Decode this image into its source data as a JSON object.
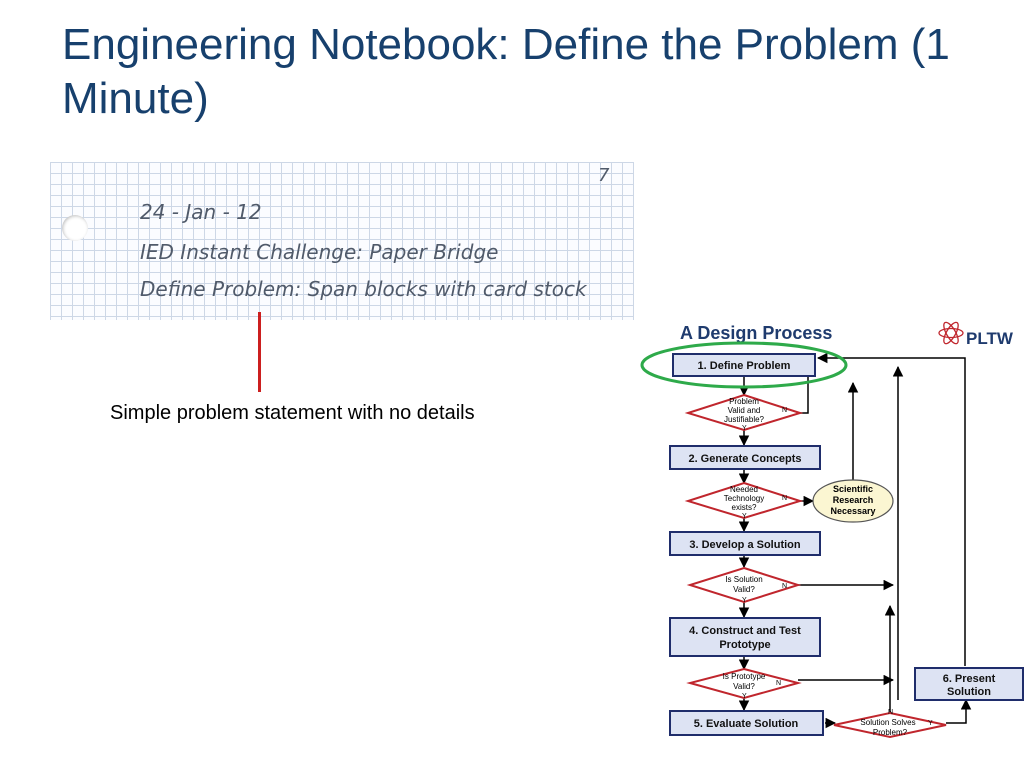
{
  "slide": {
    "title": "Engineering Notebook: Define the Problem (1 Minute)"
  },
  "notebook": {
    "page_number": "7",
    "date": "24 - Jan - 12",
    "challenge": "IED Instant Challenge: Paper Bridge",
    "define": "Define Problem:  Span blocks with card stock"
  },
  "caption": "Simple problem statement with no details",
  "diagram": {
    "title": "A Design Process",
    "logo": "PLTW",
    "steps": {
      "define": "1. Define Problem",
      "generate": "2. Generate Concepts",
      "develop": "3. Develop a Solution",
      "construct_1": "4. Construct and Test",
      "construct_2": "Prototype",
      "evaluate": "5. Evaluate Solution",
      "present_1": "6. Present",
      "present_2": "Solution"
    },
    "decisions": {
      "valid_1": "Problem",
      "valid_2": "Valid and",
      "valid_3": "Justifiable?",
      "tech_1": "Needed",
      "tech_2": "Technology",
      "tech_3": "exists?",
      "solution_1": "Is  Solution",
      "solution_2": "Valid?",
      "prototype_1": "Is  Prototype",
      "prototype_2": "Valid?",
      "solves_1": "Solution Solves",
      "solves_2": "Problem?"
    },
    "research": {
      "line1": "Scientific",
      "line2": "Research",
      "line3": "Necessary"
    },
    "yes": "Y",
    "no": "N",
    "colors": {
      "step_fill": "#dde3f3",
      "step_border": "#1f2d6b",
      "diamond_border": "#c0262d",
      "research_fill": "#fbf6d2",
      "highlight": "#2eaa4a",
      "title": "#1f3b6e"
    }
  }
}
